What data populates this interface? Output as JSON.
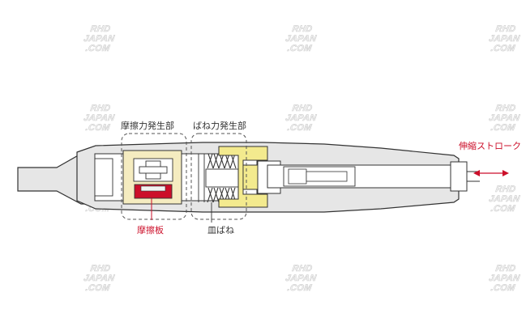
{
  "watermark": {
    "line1": "RHD",
    "line2": "JAPAN",
    "line3": ".COM"
  },
  "labels": {
    "friction_section": "摩擦力発生部",
    "spring_section": "ばね力発生部",
    "stroke": "伸縮ストローク",
    "friction_plate": "摩擦板",
    "disc_spring": "皿ばね"
  },
  "colors": {
    "outline": "#333333",
    "body_fill": "#e6e6e6",
    "inner_fill": "#ffffff",
    "friction_block": "#f5ecc0",
    "spring_block": "#f3ea8e",
    "friction_plate": "#cc0f2a",
    "dashed_box": "#555555",
    "accent_red": "#cc0f2a"
  }
}
